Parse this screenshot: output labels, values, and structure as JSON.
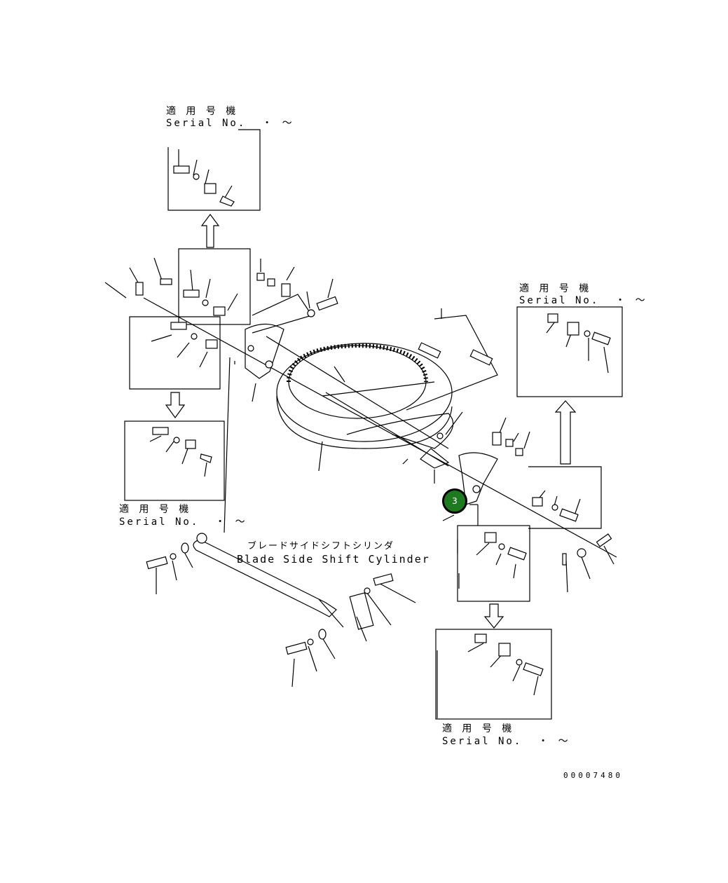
{
  "serial_blocks": [
    {
      "jp": "適 用 号 機",
      "en": "Serial No.  ・ ～"
    },
    {
      "jp": "適 用 号 機",
      "en": "Serial No.  ・ ～"
    },
    {
      "jp": "適 用 号 機",
      "en": "Serial No.  ・ ～"
    },
    {
      "jp": "適 用 号 機",
      "en": "Serial No.  ・ ～"
    }
  ],
  "cylinder_caption": {
    "jp": "ブレードサイドシフトシリンダ",
    "en": "Blade Side Shift Cylinder"
  },
  "callout": {
    "number": "3",
    "color": "#1e7a1e"
  },
  "document_number": "00007480"
}
